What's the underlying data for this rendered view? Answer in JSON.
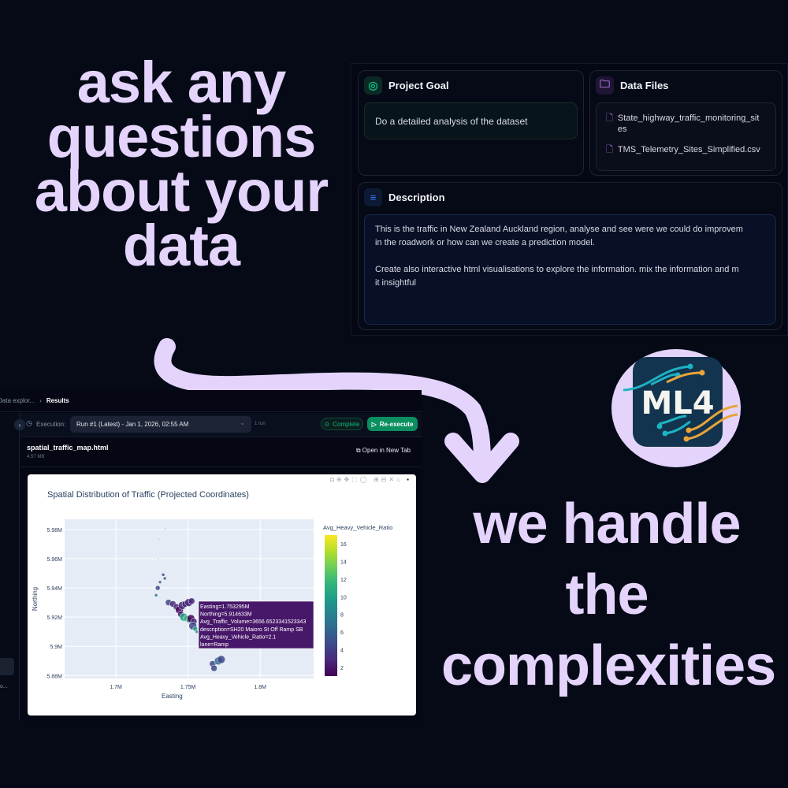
{
  "headline_top": "ask any questions about your data",
  "headline_bottom": "we handle the complexities",
  "logo": {
    "text": "ML4",
    "colors": {
      "bg": "#12344f",
      "ring": "#e4d4fb",
      "teal": "#1fb2c2",
      "orange": "#e9a43a"
    }
  },
  "project": {
    "goal": {
      "title": "Project Goal",
      "text": "Do a detailed analysis of the dataset",
      "icon": "target-icon",
      "accent": "#10b981"
    },
    "files": {
      "title": "Data Files",
      "icon": "folder-icon",
      "accent": "#c084fc",
      "items": [
        "State_highway_traffic_monitoring_sites",
        "TMS_Telemetry_Sites_Simplified.csv"
      ]
    },
    "description": {
      "title": "Description",
      "icon": "align-left-icon",
      "accent": "#3b82f6",
      "lines": [
        "This is the traffic in New Zealand Auckland region, analyse and see were we could do improvem",
        "in the roadwork or how can we create a prediction model.",
        "",
        "Create also interactive html visualisations to explore the information. mix the information and m",
        "it insightful"
      ]
    }
  },
  "results": {
    "breadcrumb": [
      "Data explor...",
      "Results"
    ],
    "execution_label": "Execution:",
    "run_select": "Run #1 (Latest) - Jan 1, 2026, 02:55 AM",
    "run_count": "1 run",
    "status": "Complete",
    "reexecute": "Re-execute",
    "file_name": "spatial_traffic_map.html",
    "file_size": "4.57 MB",
    "open_new_tab": "Open in New Tab",
    "sidebar_fragment": "o..."
  },
  "chart_data": {
    "type": "scatter",
    "title": "Spatial Distribution of Traffic (Projected Coordinates)",
    "xlabel": "Easting",
    "ylabel": "Northing",
    "xlim": [
      1.6645,
      1.837
    ],
    "ylim": [
      5.878,
      5.987
    ],
    "xticks": [
      1.7,
      1.75,
      1.8
    ],
    "xtick_labels": [
      "1.7M",
      "1.75M",
      "1.8M"
    ],
    "yticks": [
      5.88,
      5.9,
      5.92,
      5.94,
      5.96,
      5.98
    ],
    "ytick_labels": [
      "5.88M",
      "5.9M",
      "5.92M",
      "5.94M",
      "5.96M",
      "5.98M"
    ],
    "colorbar": {
      "title": "Avg_Heavy_Vehicle_Ratio",
      "range": [
        1,
        17
      ],
      "ticks": [
        2,
        4,
        6,
        8,
        10,
        12,
        14,
        16
      ],
      "colorscale": "viridis"
    },
    "grid": true,
    "points": [
      {
        "x": 1.7344,
        "y": 5.9805,
        "c": 6,
        "s": 1
      },
      {
        "x": 1.73,
        "y": 5.9735,
        "c": 10,
        "s": 1
      },
      {
        "x": 1.7295,
        "y": 5.96,
        "c": 9,
        "s": 1
      },
      {
        "x": 1.7328,
        "y": 5.949,
        "c": 5,
        "s": 2
      },
      {
        "x": 1.7339,
        "y": 5.9465,
        "c": 4,
        "s": 2
      },
      {
        "x": 1.7306,
        "y": 5.944,
        "c": 6,
        "s": 2
      },
      {
        "x": 1.729,
        "y": 5.94,
        "c": 4,
        "s": 3
      },
      {
        "x": 1.7279,
        "y": 5.935,
        "c": 7,
        "s": 2
      },
      {
        "x": 1.7365,
        "y": 5.93,
        "c": 4,
        "s": 4
      },
      {
        "x": 1.7395,
        "y": 5.929,
        "c": 3,
        "s": 4
      },
      {
        "x": 1.742,
        "y": 5.927,
        "c": 2,
        "s": 4
      },
      {
        "x": 1.744,
        "y": 5.925,
        "c": 1.5,
        "s": 5
      },
      {
        "x": 1.746,
        "y": 5.928,
        "c": 3,
        "s": 5
      },
      {
        "x": 1.748,
        "y": 5.929,
        "c": 2,
        "s": 4
      },
      {
        "x": 1.7505,
        "y": 5.93,
        "c": 2.5,
        "s": 5
      },
      {
        "x": 1.7525,
        "y": 5.931,
        "c": 3,
        "s": 4
      },
      {
        "x": 1.745,
        "y": 5.922,
        "c": 3,
        "s": 4
      },
      {
        "x": 1.747,
        "y": 5.92,
        "c": 10,
        "s": 5
      },
      {
        "x": 1.749,
        "y": 5.919,
        "c": 11,
        "s": 4
      },
      {
        "x": 1.751,
        "y": 5.918,
        "c": 9,
        "s": 4
      },
      {
        "x": 1.752,
        "y": 5.919,
        "c": 1.5,
        "s": 5
      },
      {
        "x": 1.754,
        "y": 5.917,
        "c": 3,
        "s": 4
      },
      {
        "x": 1.7533,
        "y": 5.914,
        "c": 4,
        "s": 5
      },
      {
        "x": 1.755,
        "y": 5.912,
        "c": 9,
        "s": 3
      },
      {
        "x": 1.756,
        "y": 5.91,
        "c": 10,
        "s": 2
      },
      {
        "x": 1.767,
        "y": 5.888,
        "c": 4,
        "s": 4
      },
      {
        "x": 1.768,
        "y": 5.885,
        "c": 4,
        "s": 4
      },
      {
        "x": 1.771,
        "y": 5.89,
        "c": 6,
        "s": 5
      },
      {
        "x": 1.773,
        "y": 5.891,
        "c": 5,
        "s": 5
      }
    ],
    "tooltip": [
      "Easting=1.753295M",
      "Northing=5.914633M",
      "Avg_Traffic_Volume=3656.6523341523343",
      "description=SH20 Maioro St Off Ramp SB",
      "Avg_Heavy_Vehicle_Ratio=2.1",
      "lane=Ramp"
    ]
  }
}
